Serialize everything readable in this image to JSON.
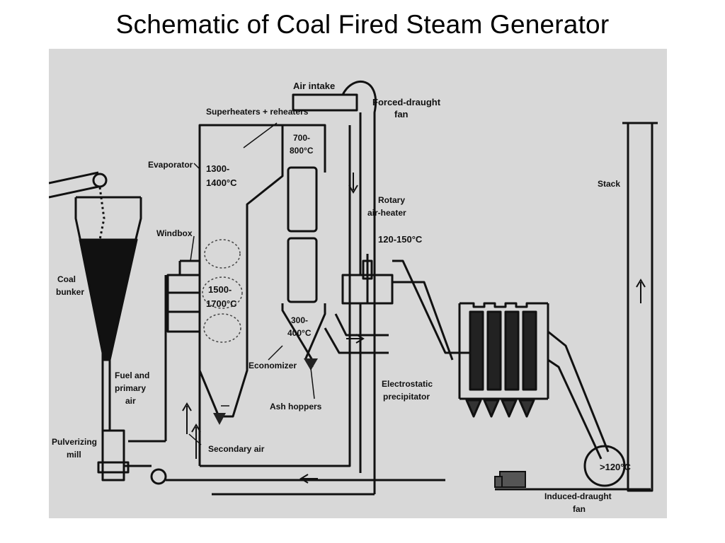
{
  "title": "Schematic of Coal Fired Steam Generator",
  "colors": {
    "background": "#d8d8d8",
    "ink": "#111111"
  },
  "labels": {
    "air_intake": "Air intake",
    "forced_draught_fan_1": "Forced-draught",
    "forced_draught_fan_2": "fan",
    "superheaters": "Superheaters + reheaters",
    "temp_700_800_1": "700-",
    "temp_700_800_2": "800°C",
    "evaporator": "Evaporator",
    "temp_1300_1400_1": "1300-",
    "temp_1300_1400_2": "1400°C",
    "stack": "Stack",
    "rotary_air_heater_1": "Rotary",
    "rotary_air_heater_2": "air-heater",
    "temp_120_150": "120-150°C",
    "windbox": "Windbox",
    "coal_bunker_1": "Coal",
    "coal_bunker_2": "bunker",
    "temp_1500_1700_1": "1500-",
    "temp_1500_1700_2": "1700°C",
    "temp_300_400_1": "300-",
    "temp_300_400_2": "400°C",
    "economizer": "Economizer",
    "fuel_primary_air_1": "Fuel and",
    "fuel_primary_air_2": "primary",
    "fuel_primary_air_3": "air",
    "electrostatic_precipitator_1": "Electrostatic",
    "electrostatic_precipitator_2": "precipitator",
    "ash_hoppers": "Ash hoppers",
    "pulverizing_mill_1": "Pulverizing",
    "pulverizing_mill_2": "mill",
    "secondary_air": "Secondary air",
    "temp_120": ">120°C",
    "induced_draught_fan_1": "Induced-draught",
    "induced_draught_fan_2": "fan"
  }
}
